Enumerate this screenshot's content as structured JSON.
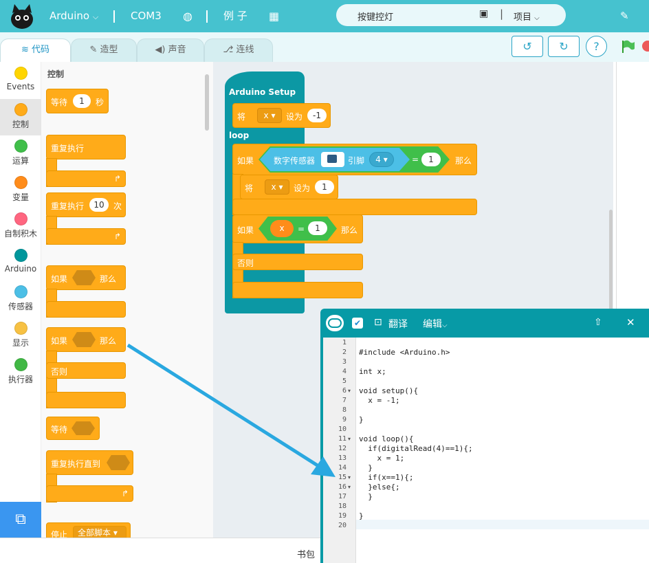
{
  "topbar": {
    "board": "Arduino",
    "port": "COM3",
    "examples": "例 子",
    "project_name": "按键控灯",
    "project_menu": "项目"
  },
  "tabs": [
    "代码",
    "造型",
    "声音",
    "连线"
  ],
  "categories": [
    {
      "label": "Events",
      "color": "#ffd500"
    },
    {
      "label": "控制",
      "color": "#ffab19"
    },
    {
      "label": "运算",
      "color": "#40bf4a"
    },
    {
      "label": "变量",
      "color": "#ff8c1a"
    },
    {
      "label": "自制积木",
      "color": "#ff6680"
    },
    {
      "label": "Arduino",
      "color": "#00979c"
    },
    {
      "label": "传感器",
      "color": "#4cbfe6"
    },
    {
      "label": "显示",
      "color": "#f7c143"
    },
    {
      "label": "执行器",
      "color": "#41b845"
    }
  ],
  "palette": {
    "title": "控制",
    "wait_label": "等待",
    "wait_value": "1",
    "wait_unit": "秒",
    "forever_label": "重复执行",
    "repeat_label": "重复执行",
    "repeat_value": "10",
    "repeat_unit": "次",
    "if_label": "如果",
    "if_then": "那么",
    "ifelse_label": "如果",
    "ifelse_then": "那么",
    "else_label": "否则",
    "wait_until_label": "等待",
    "repeat_until_label": "重复执行直到",
    "stop_label": "停止",
    "stop_value": "全部脚本"
  },
  "script": {
    "hat": "Arduino Setup",
    "set1_label": "将",
    "set1_var": "x",
    "set1_to": "设为",
    "set1_val": "-1",
    "loop": "loop",
    "if1_label": "如果",
    "sensor_label": "数字传感器",
    "pin_label": "引脚",
    "pin_value": "4",
    "eq": "=",
    "eq_val": "1",
    "then": "那么",
    "set2_label": "将",
    "set2_var": "x",
    "set2_to": "设为",
    "set2_val": "1",
    "if2_label": "如果",
    "var_x": "x",
    "eq2": "=",
    "eq2_val": "1",
    "then2": "那么",
    "else": "否则"
  },
  "code_panel": {
    "title": "翻译",
    "menu": "编辑",
    "lines": [
      "",
      "#include <Arduino.h>",
      "",
      "int x;",
      "",
      "void setup(){",
      "  x = -1;",
      "",
      "}",
      "",
      "void loop(){",
      "  if(digitalRead(4)==1){;",
      "    x = 1;",
      "  }",
      "  if(x==1){;",
      "  }else{;",
      "  }",
      "",
      "}",
      ""
    ],
    "line_numbers": [
      "1",
      "2",
      "3",
      "4",
      "5",
      "6",
      "7",
      "8",
      "9",
      "10",
      "11",
      "12",
      "13",
      "14",
      "15",
      "16",
      "17",
      "18",
      "19",
      "20"
    ]
  },
  "bottom": {
    "backpack": "书包"
  }
}
